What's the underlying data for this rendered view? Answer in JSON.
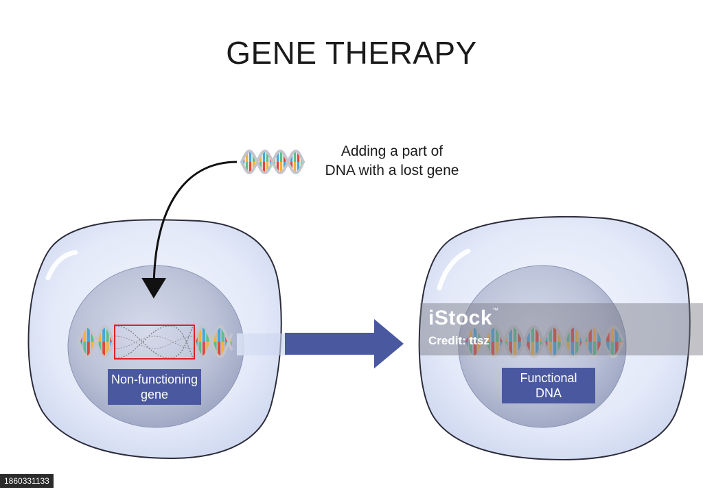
{
  "title": "GENE THERAPY",
  "annotation": {
    "line1": "Adding a part of",
    "line2": "DNA with a lost gene"
  },
  "left_cell": {
    "label_line1": "Non-functioning",
    "label_line2": "gene"
  },
  "right_cell": {
    "label_line1": "Functional",
    "label_line2": "DNA"
  },
  "watermark": {
    "logo": "iStock",
    "credit": "Credit: ttsz"
  },
  "image_id": "1860331133",
  "colors": {
    "cell_fill": "#dfe6f7",
    "cell_edge": "#2b2b3a",
    "nucleus": "#bcc3d9",
    "label_bg": "#4a58a0",
    "arrow": "#4a58a0",
    "defect_box": "#e02020"
  }
}
